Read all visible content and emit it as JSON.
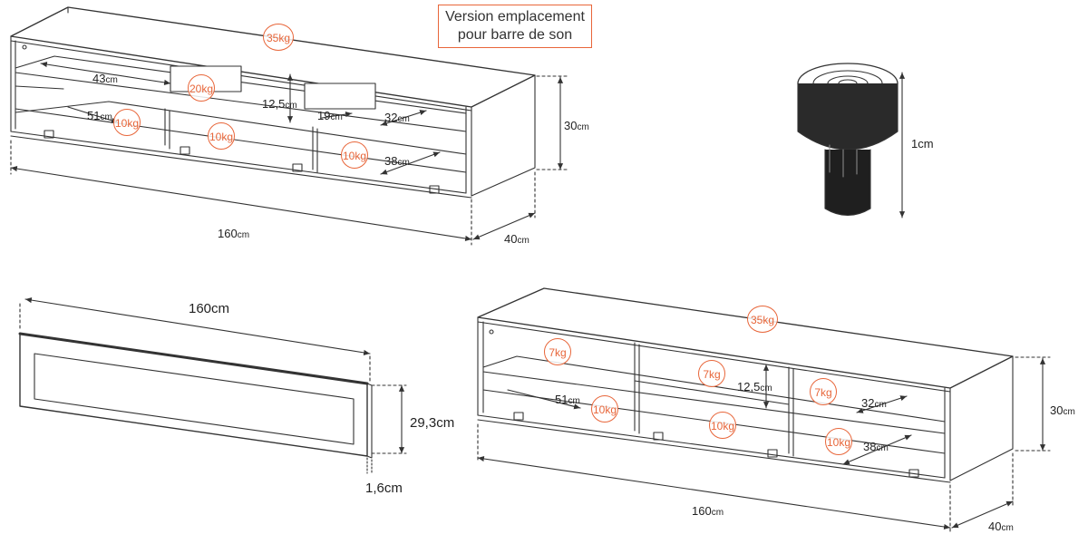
{
  "note": {
    "line1": "Version emplacement",
    "line2": "pour barre de son"
  },
  "top_unit": {
    "width": "160",
    "depth": "40",
    "height": "30",
    "unit": "cm",
    "shelf_gap": "12,5",
    "shelf_width": "43",
    "compartment_width": "51",
    "small_width": "19",
    "inner_depth_top": "32",
    "inner_depth_bottom": "38",
    "loads": {
      "top": "35kg",
      "soundbar": "20kg",
      "left": "10kg",
      "middle": "10kg",
      "right": "10kg"
    }
  },
  "foot": {
    "height": "1cm"
  },
  "panel": {
    "width": "160cm",
    "height": "29,3cm",
    "thickness": "1,6cm"
  },
  "bottom_unit": {
    "width": "160",
    "depth": "40",
    "height": "30",
    "unit": "cm",
    "shelf_gap": "12,5",
    "compartment_width": "51",
    "inner_depth_top": "32",
    "inner_depth_bottom": "38",
    "loads": {
      "top": "35kg",
      "upper_left": "7kg",
      "upper_middle": "7kg",
      "upper_right": "7kg",
      "lower_left": "10kg",
      "lower_middle": "10kg",
      "lower_right": "10kg"
    }
  },
  "colors": {
    "accent": "#e8663a",
    "line": "#333333"
  }
}
